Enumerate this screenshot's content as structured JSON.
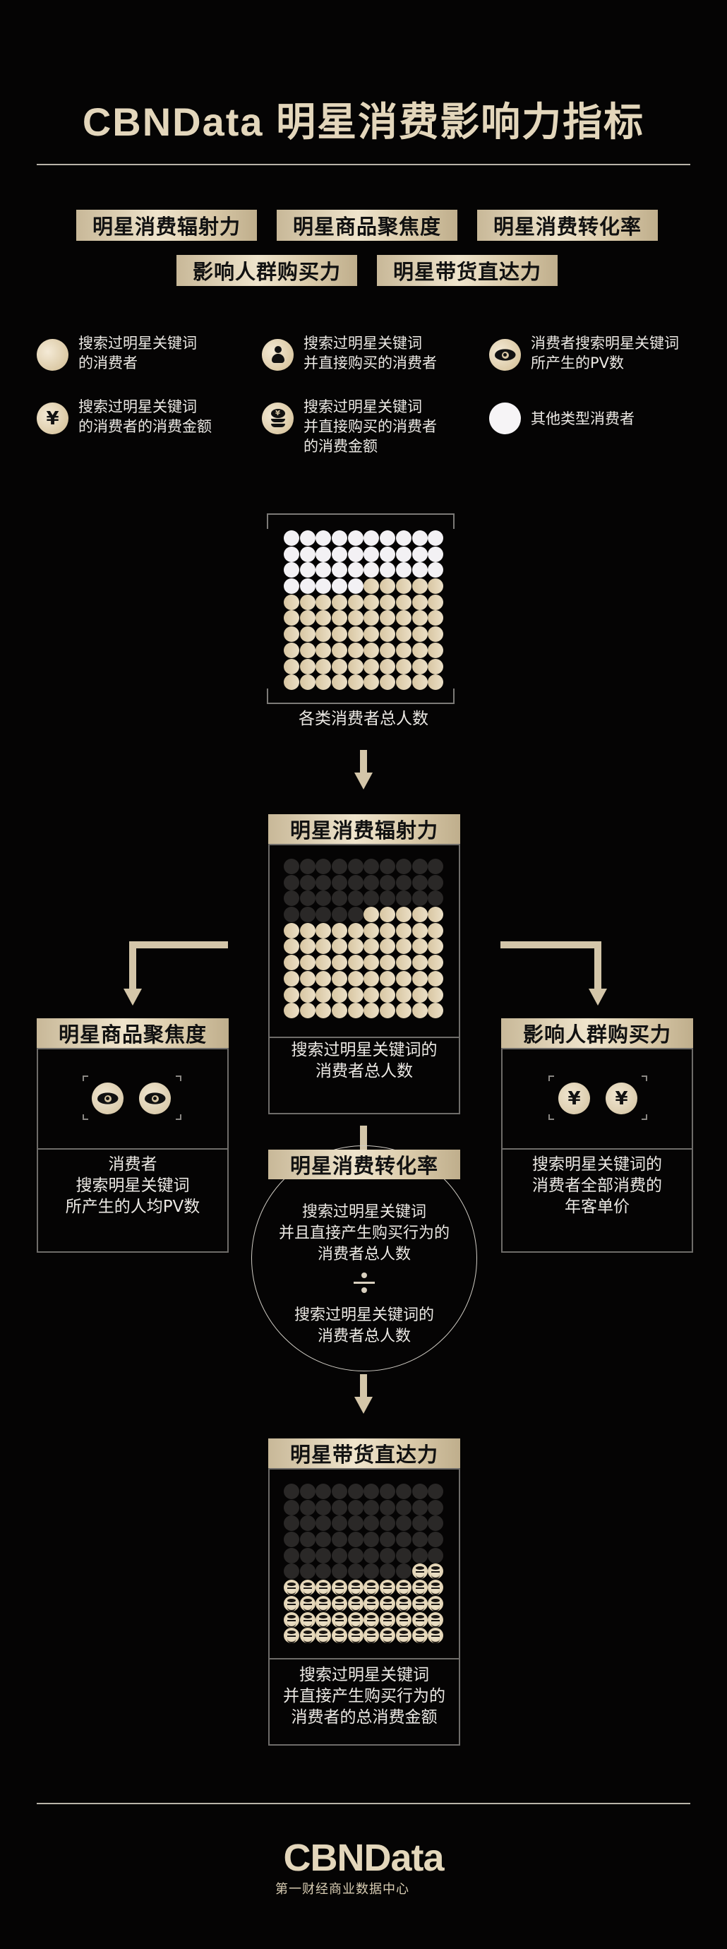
{
  "header": {
    "title": "CBNData 明星消费影响力指标"
  },
  "metric_tags": [
    {
      "label": "明星消费辐射力"
    },
    {
      "label": "明星商品聚焦度"
    },
    {
      "label": "明星消费转化率"
    },
    {
      "label": "影响人群购买力"
    },
    {
      "label": "明星带货直达力"
    }
  ],
  "legend": [
    {
      "icon": "gold-circle-icon",
      "text": "搜索过明星关键词\n的消费者"
    },
    {
      "icon": "person-icon",
      "text": "搜索过明星关键词\n并直接购买的消费者"
    },
    {
      "icon": "eye-icon",
      "text": "消费者搜索明星关键词\n所产生的PV数"
    },
    {
      "icon": "yen-icon",
      "text": "搜索过明星关键词\n的消费者的消费金额"
    },
    {
      "icon": "coins-stack-icon",
      "text": "搜索过明星关键词\n并直接购买的消费者\n的消费金额"
    },
    {
      "icon": "white-circle-icon",
      "text": "其他类型消费者"
    }
  ],
  "icons": {
    "yen_symbol": "¥",
    "divide_symbol": "÷"
  },
  "flow": {
    "all_consumers": {
      "caption": "各类消费者总人数",
      "grid": {
        "rows": 10,
        "cols": 10,
        "white_count": 35,
        "gold_count": 65
      }
    },
    "radiation": {
      "label": "明星消费辐射力",
      "caption": "搜索过明星关键词的\n消费者总人数",
      "grid": {
        "rows": 10,
        "cols": 10,
        "dark_count": 35,
        "gold_count": 65
      }
    },
    "focus": {
      "label": "明星商品聚焦度",
      "caption": "消费者\n搜索明星关键词\n所产生的人均PV数",
      "icons": [
        "eye-icon",
        "eye-icon"
      ]
    },
    "purchasing_power": {
      "label": "影响人群购买力",
      "caption": "搜索明星关键词的\n消费者全部消费的\n年客单价",
      "icons": [
        "yen-icon",
        "yen-icon"
      ]
    },
    "conversion": {
      "label": "明星消费转化率",
      "numerator": "搜索过明星关键词\n并且直接产生购买行为的\n消费者总人数",
      "denominator": "搜索过明星关键词的\n消费者总人数"
    },
    "direct_sales": {
      "label": "明星带货直达力",
      "caption": "搜索过明星关键词\n并直接产生购买行为的\n消费者的总消费金额",
      "grid": {
        "rows": 10,
        "cols": 10,
        "dark_count": 58,
        "coin_count": 42
      }
    }
  },
  "footer": {
    "logo": "CBNData",
    "subtitle": "第一财经商业数据中心"
  },
  "colors": {
    "background": "#050404",
    "gold": "#d8c6a2",
    "gold_light": "#efe4cc",
    "white_dot": "#f3f1f4",
    "dark_dot": "#2a2827",
    "frame": "#6e6c69"
  }
}
